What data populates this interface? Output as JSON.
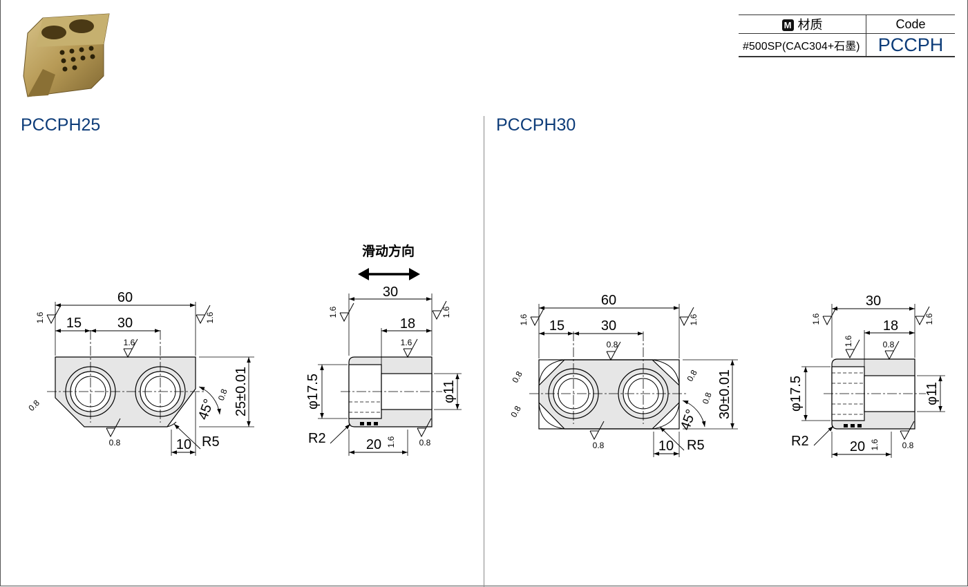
{
  "spec_table": {
    "material_badge": "M",
    "material_header": "材质",
    "code_header": "Code",
    "material_value": "#500SP(CAC304+石墨)",
    "code_value": "PCCPH"
  },
  "left_panel": {
    "title": "PCCPH25",
    "slide_label": "滑动方向",
    "front": {
      "width": "60",
      "pitch1": "15",
      "pitch2": "30",
      "height": "25±0.01",
      "angle": "45°",
      "chamfer": "10",
      "radius": "R5",
      "rough_a": "1.6",
      "rough_b": "0.8"
    },
    "side": {
      "width": "30",
      "step": "18",
      "dia_outer": "φ17.5",
      "dia_inner": "φ11",
      "radius": "R2",
      "depth": "20",
      "rough_a": "1.6",
      "rough_b": "0.8"
    }
  },
  "right_panel": {
    "title": "PCCPH30",
    "front": {
      "width": "60",
      "pitch1": "15",
      "pitch2": "30",
      "height": "30±0.01",
      "angle": "45°",
      "chamfer": "10",
      "radius": "R5",
      "rough_a": "1.6",
      "rough_b": "0.8"
    },
    "side": {
      "width": "30",
      "step": "18",
      "dia_outer": "φ17.5",
      "dia_inner": "φ11",
      "radius": "R2",
      "depth": "20",
      "rough_a": "1.6",
      "rough_b": "0.8"
    }
  },
  "colors": {
    "title_blue": "#0d3c79",
    "part_fill": "#e6e6e6",
    "brass": "#b79a56"
  }
}
